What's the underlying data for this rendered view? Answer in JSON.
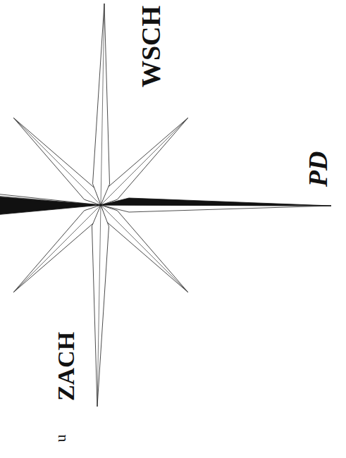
{
  "diagram": {
    "labels": [
      "WSCH",
      "PD",
      "ZACH",
      "u"
    ]
  }
}
